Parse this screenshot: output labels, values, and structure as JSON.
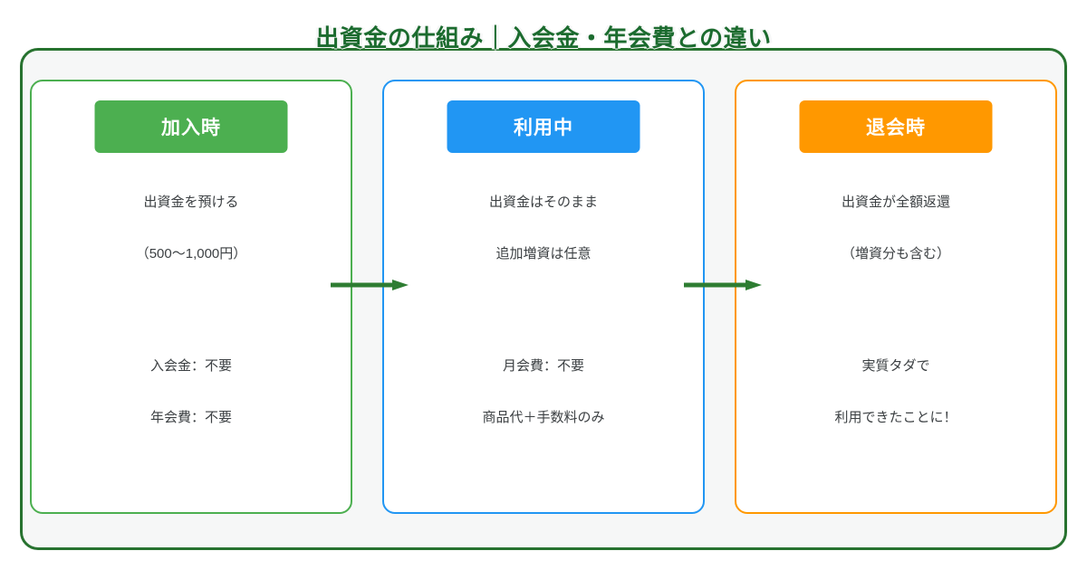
{
  "title": "出資金の仕組み｜入会金・年会費との違い",
  "theme": {
    "title_color": "#1B6B2E",
    "outer_border": "#27722F",
    "outer_fill": "#F6F7F7",
    "panel_fill": "#FFFFFF",
    "green": "#4CAF50",
    "blue": "#2196F3",
    "orange": "#FF9800",
    "arrow": "#2E7D32",
    "text": "#3C4043"
  },
  "columns": [
    {
      "badge_label": "加入時",
      "badge_color": "#4CAF50",
      "top_lines": [
        "出資金を預ける",
        "（500〜1,000円）"
      ],
      "bottom_lines": [
        "入会金：不要",
        "年会費：不要"
      ]
    },
    {
      "badge_label": "利用中",
      "badge_color": "#2196F3",
      "top_lines": [
        "出資金はそのまま",
        "追加増資は任意"
      ],
      "bottom_lines": [
        "月会費：不要",
        "商品代＋手数料のみ"
      ]
    },
    {
      "badge_label": "退会時",
      "badge_color": "#FF9800",
      "top_lines": [
        "出資金が全額返還",
        "（増資分も含む）"
      ],
      "bottom_lines": [
        "実質タダで",
        "利用できたことに！"
      ]
    }
  ],
  "arrows": [
    {
      "name": "arrow-join-to-use",
      "direction": "right"
    },
    {
      "name": "arrow-use-to-leave",
      "direction": "right"
    }
  ]
}
